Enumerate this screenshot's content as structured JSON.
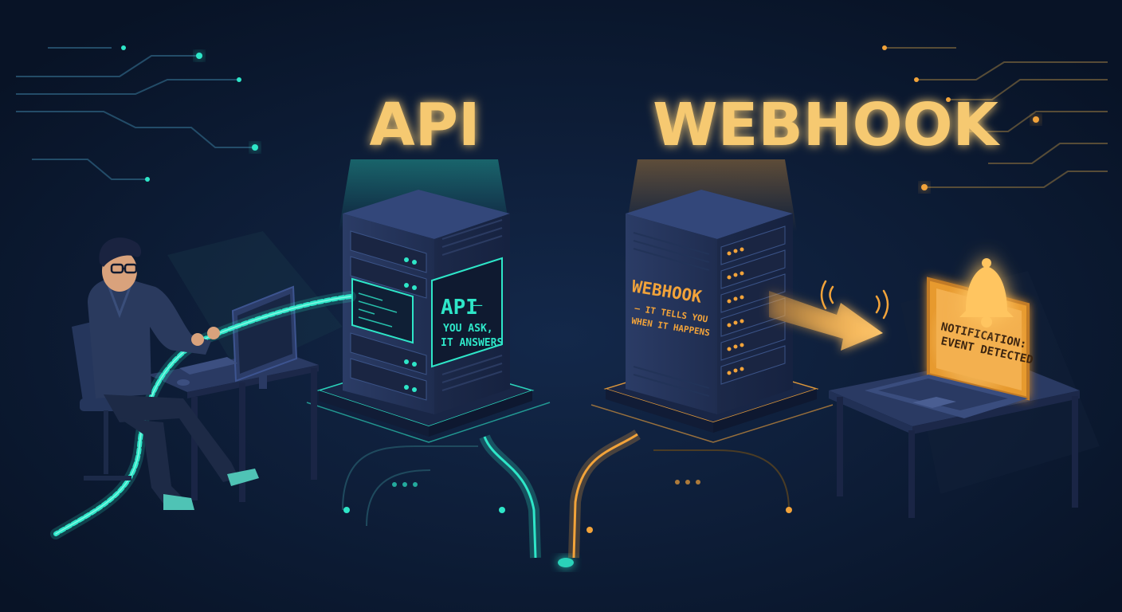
{
  "headings": {
    "api": "API",
    "webhook": "WEBHOOK"
  },
  "api_server": {
    "screen_title": "API",
    "screen_dash": "—",
    "screen_line1": "YOU ASK,",
    "screen_line2": "IT ANSWERS"
  },
  "webhook_server": {
    "label_title": "WEBHOOK",
    "label_line1": "— IT TELLS YOU",
    "label_line2": "WHEN IT HAPPENS"
  },
  "laptop": {
    "notification_line1": "NOTIFICATION:",
    "notification_line2": "EVENT DETECTED"
  },
  "colors": {
    "background": "#0b1830",
    "api_accent": "#2ee6c8",
    "webhook_accent": "#f2a33a",
    "heading_fill": "#f6c971"
  },
  "icons": [
    "developer-figure",
    "desktop-monitor",
    "rope-cable",
    "server-rack",
    "arrow-right-icon",
    "signal-waves-icon",
    "bell-icon",
    "laptop"
  ]
}
